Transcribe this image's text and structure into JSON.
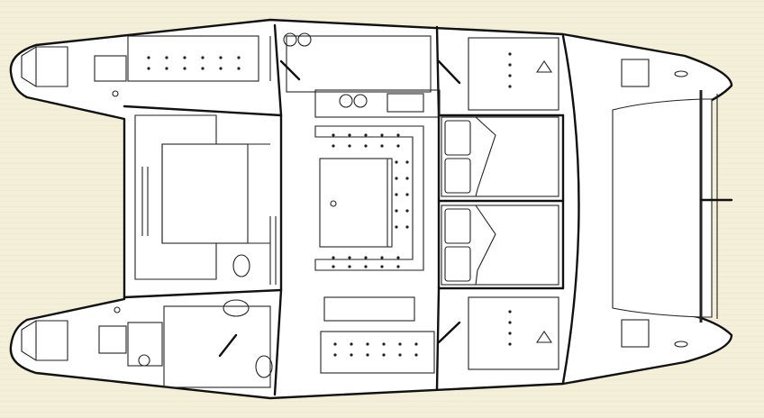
{
  "diagram": {
    "kind": "catamaran-layout-plan",
    "colors": {
      "background": "#f3efd9",
      "hull_fill": "#ffffff",
      "line": "#111111"
    },
    "areas": [
      "port-hull",
      "starboard-hull",
      "saloon",
      "cockpit",
      "cockpit-table",
      "galley",
      "nav-station",
      "forward-cabin-port",
      "forward-cabin-starboard",
      "trampoline"
    ],
    "fixtures": [
      "galley-stove-icon",
      "galley-sink-icon",
      "heads-toilet-icon",
      "heads-basin-icon",
      "mast-icon",
      "bed-pillows"
    ]
  }
}
